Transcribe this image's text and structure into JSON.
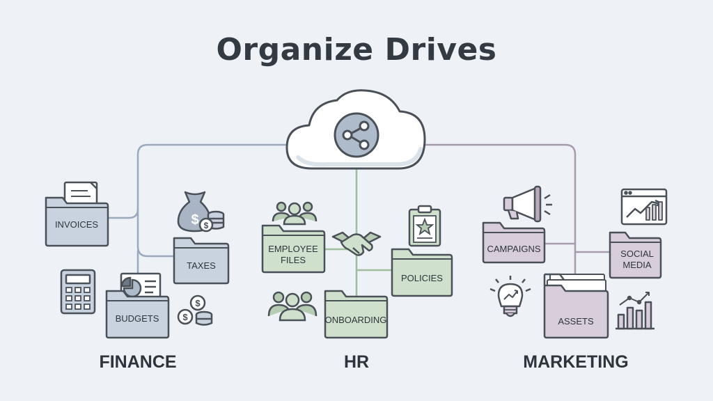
{
  "title": "Organize Drives",
  "groups": {
    "finance": {
      "label": "FINANCE",
      "folders": {
        "invoices": "INVOICES",
        "taxes": "TAXES",
        "budgets": "BUDGETS"
      }
    },
    "hr": {
      "label": "HR",
      "folders": {
        "employee_files_1": "EMPLOYEE",
        "employee_files_2": "FILES",
        "policies": "POLICIES",
        "onboarding": "ONBOARDING"
      }
    },
    "marketing": {
      "label": "MARKETING",
      "folders": {
        "campaigns": "CAMPAIGNS",
        "social_media_1": "SOCIAL",
        "social_media_2": "MEDIA",
        "assets": "ASSETS"
      }
    }
  },
  "colors": {
    "background": "#eef1f5",
    "finance_folder": "#c9d3e0",
    "hr_folder": "#cfe0cc",
    "marketing_folder": "#d8cdda",
    "outline": "#4a5058",
    "finance_line": "#9aa9bd",
    "hr_line": "#9fbf9c",
    "marketing_line": "#a69aad"
  },
  "icons": {
    "cloud": "cloud-share-icon",
    "finance": [
      "document-icon",
      "money-bag-icon",
      "calculator-icon",
      "pie-chart-document-icon",
      "coins-icon"
    ],
    "hr": [
      "team-icon",
      "clipboard-star-icon",
      "handshake-icon",
      "group-icon"
    ],
    "marketing": [
      "megaphone-icon",
      "chart-window-icon",
      "lightbulb-chart-icon",
      "bar-chart-icon"
    ]
  }
}
